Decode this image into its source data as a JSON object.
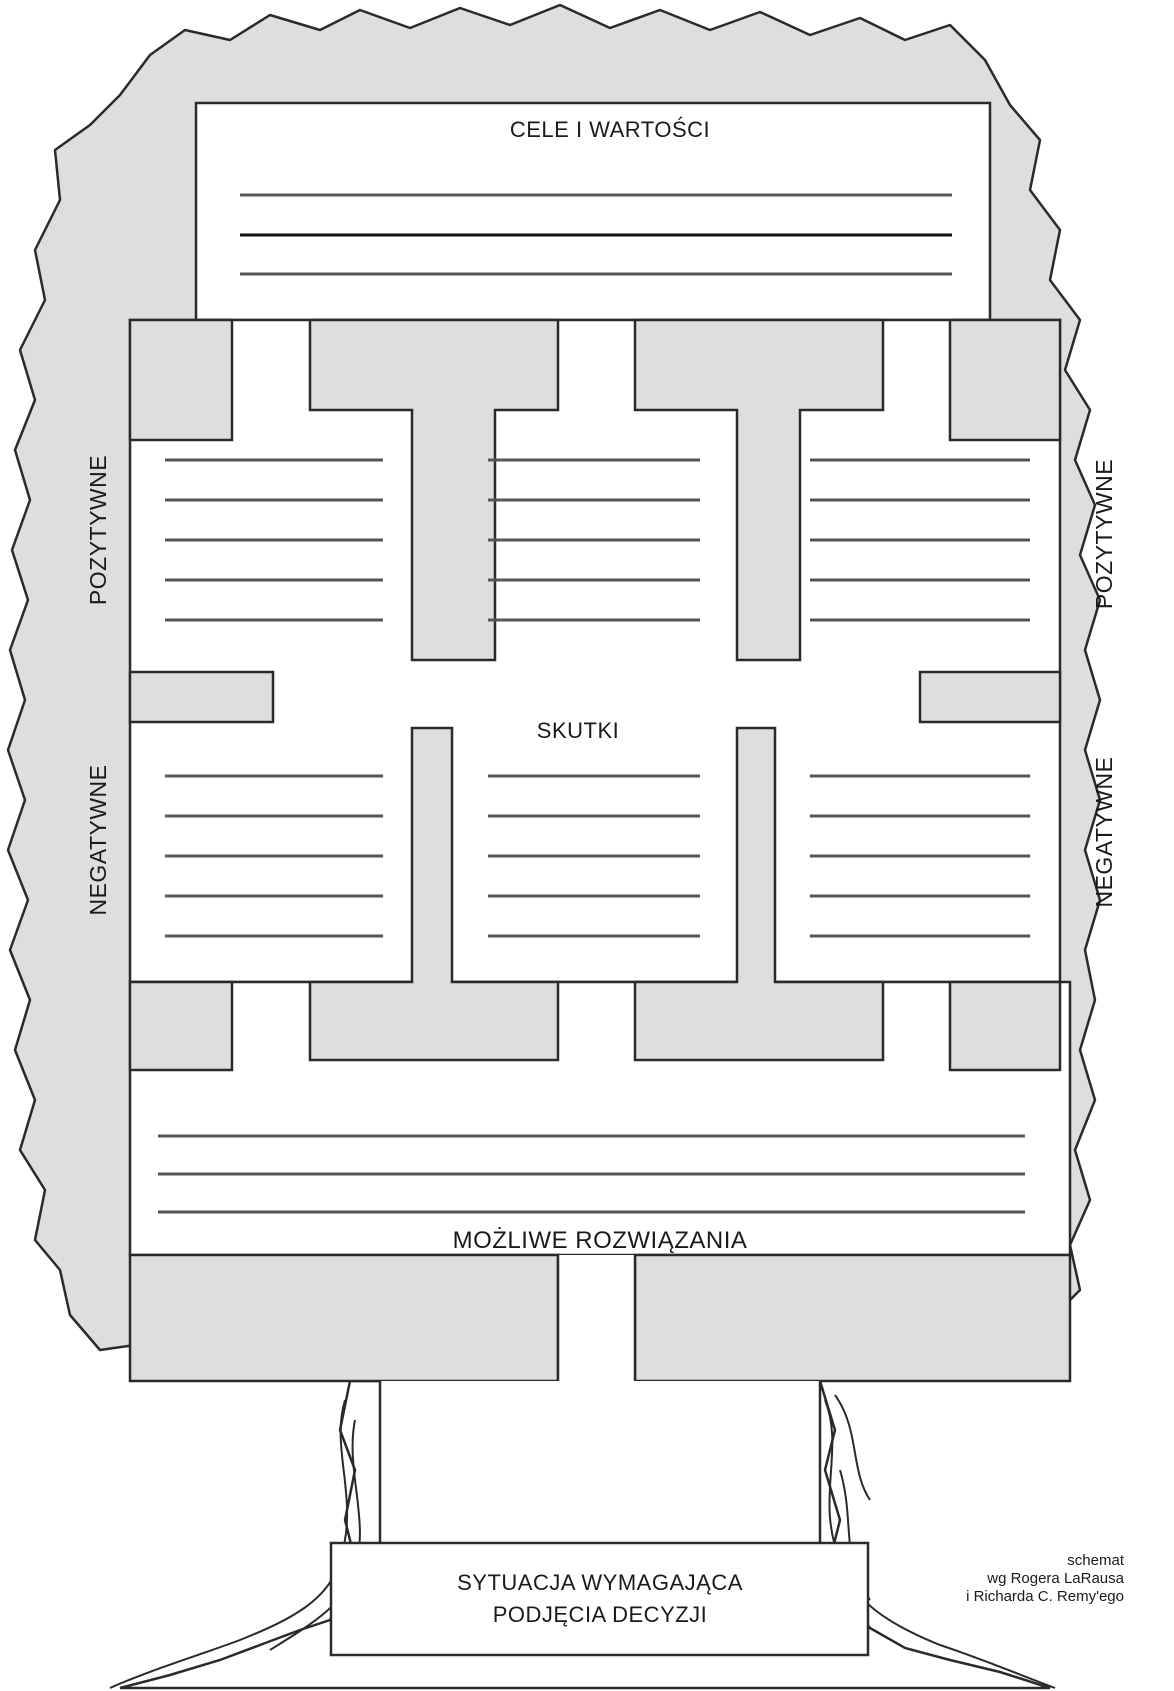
{
  "diagram": {
    "top_label": "CELE I WARTOŚCI",
    "middle_label": "SKUTKI",
    "bottom_label": "MOŻLIWE ROZWIĄZANIA",
    "left_positive": "POZYTYWNE",
    "left_negative": "NEGATYWNE",
    "right_positive": "POZYTYWNE",
    "right_negative": "NEGATYWNE",
    "trunk_label_line1": "SYTUACJA WYMAGAJĄCA",
    "trunk_label_line2": "PODJĘCIA DECYZJI",
    "credit_line1": "schemat",
    "credit_line2": "wg Rogera LaRausa",
    "credit_line3": "i Richarda C. Remy'ego"
  },
  "colors": {
    "foliage_fill": "#dedede",
    "outline": "#2a2a2a",
    "rule_line": "#555555",
    "box_fill": "#ffffff"
  }
}
